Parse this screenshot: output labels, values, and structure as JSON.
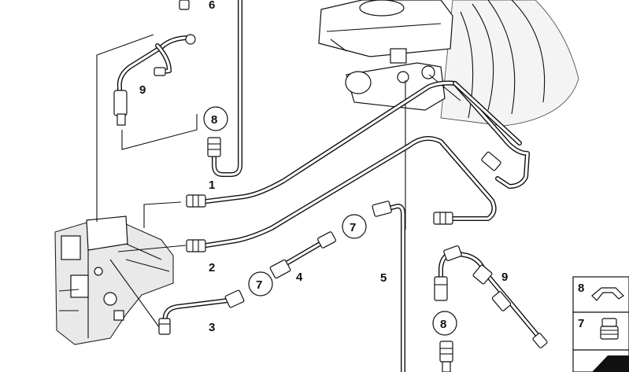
{
  "diagram": {
    "callouts": {
      "c1": "1",
      "c2": "2",
      "c3": "3",
      "c4": "4",
      "c5": "5",
      "c6": "6",
      "c7a": "7",
      "c7b": "7",
      "c8a": "8",
      "c8b": "8",
      "c9a": "9",
      "c9b": "9"
    },
    "legend": {
      "item8": "8",
      "item7": "7"
    }
  }
}
